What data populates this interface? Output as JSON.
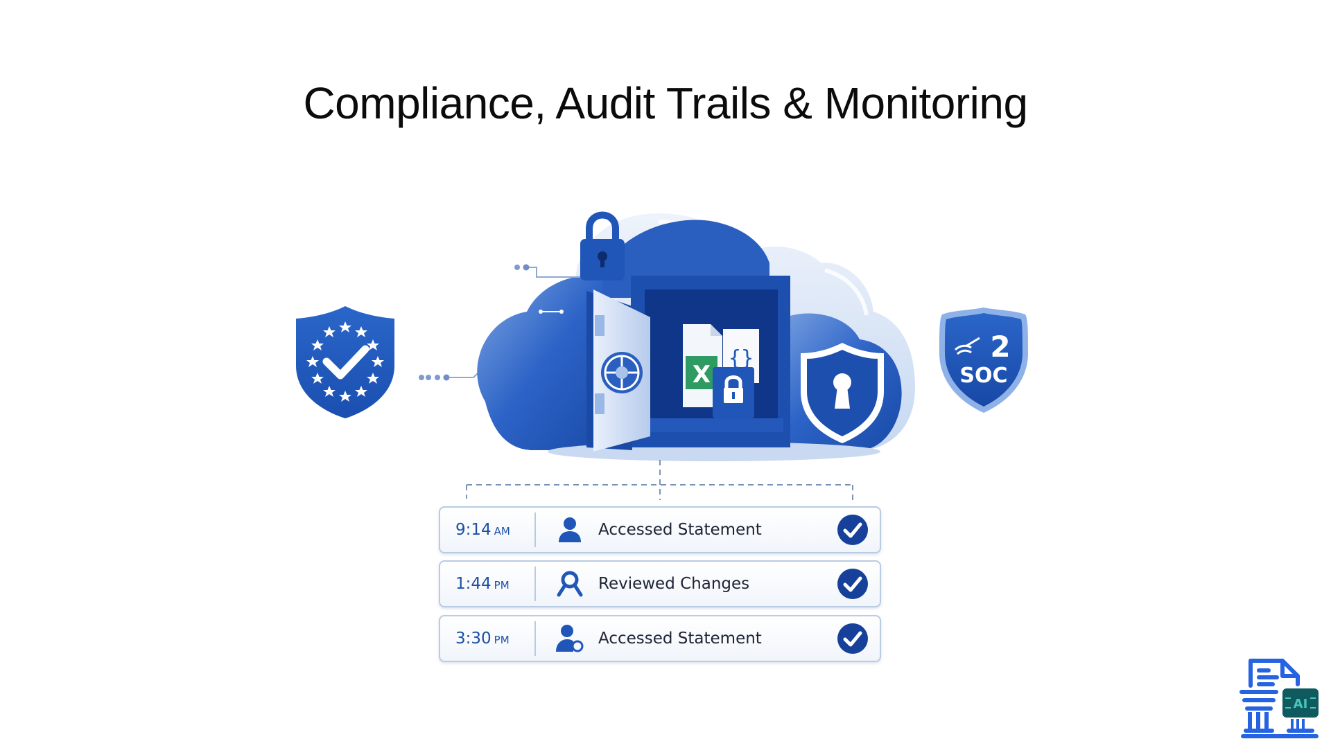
{
  "slide": {
    "title": "Compliance, Audit Trails & Monitoring"
  },
  "badges": {
    "left_shield": {
      "icon": "eu-compliance-shield-check-icon",
      "stars": 12
    },
    "right_shield": {
      "number": "2",
      "text": "SOC",
      "icon": "soc2-badge-icon"
    }
  },
  "illustration": {
    "center": "cloud-vault-icon",
    "vault_items": [
      {
        "icon": "excel-file-icon",
        "label": "X"
      },
      {
        "icon": "code-file-icon",
        "label": "{ }"
      },
      {
        "icon": "padlock-icon"
      }
    ],
    "cloud_shield": "keyhole-shield-icon",
    "top_lock": "padlock-icon"
  },
  "audit_log": {
    "rows": [
      {
        "time": "9:14",
        "ampm": "AM",
        "icon": "user-icon",
        "action": "Accessed Statement",
        "status": "verified"
      },
      {
        "time": "1:44",
        "ampm": "PM",
        "icon": "reviewer-search-icon",
        "action": "Reviewed Changes",
        "status": "verified"
      },
      {
        "time": "3:30",
        "ampm": "PM",
        "icon": "user-settings-icon",
        "action": "Accessed Statement",
        "status": "verified"
      }
    ]
  },
  "logo": {
    "text": "AI",
    "icon": "legal-document-ai-logo"
  },
  "colors": {
    "primary_blue": "#1f56b8",
    "dark_blue": "#16409a",
    "light_blue": "#c9daf4",
    "excel_green": "#2e9b63",
    "ai_teal": "#0f5a5f",
    "text_dark": "#0b0b0b"
  }
}
